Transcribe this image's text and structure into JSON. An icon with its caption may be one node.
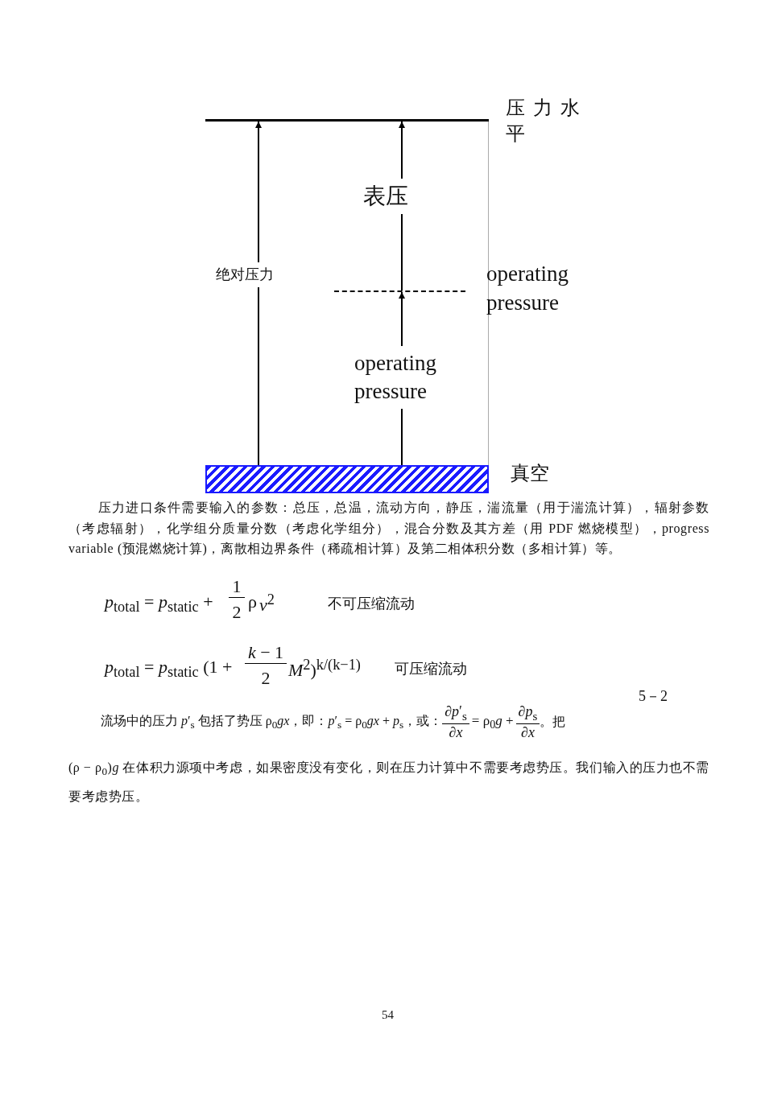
{
  "diagram": {
    "nodes": [
      {
        "text": [],
        "shape": "line",
        "beside": [
          "压力水平"
        ]
      },
      {
        "text": [],
        "shape": "bar",
        "beside": [
          "真空"
        ]
      },
      {
        "text": [],
        "shape": "line",
        "beside": [
          "operating pressure"
        ]
      }
    ],
    "edges": [
      {
        "from": 1,
        "to": 0,
        "arrow": "to",
        "label": "绝对压力"
      },
      {
        "from": 2,
        "to": 0,
        "arrow": "to",
        "label": "表压"
      },
      {
        "from": 1,
        "to": 2,
        "arrow": "to",
        "label": "operating pressure"
      }
    ],
    "labels": [
      "压力进口条件需要输入的参数：总压，总温，流动方向，静压，湍流量（用于湍流计算），辐射参数（考虑辐射），化学组分质量分数（考虑化学组分），混合分数及其方差（用 PDF 燃烧模型），progress variable (预混燃烧计算)，离散相边界条件（稀疏相计算）及第二相体积分数（多相计算）等。",
      "*p*$_{total}$ = *p*$_{static}$ +",
      "1",
      "2",
      "ρ",
      "*v*$^{2}$",
      "不可压缩流动",
      "*p*$_{total}$ = *p*$_{static}$ (1 +",
      "*k* − 1",
      "2",
      "*M*$^{2}$)$^{k/(k−1)}$",
      "可压缩流动",
      "5－2",
      "流场中的压力 *p*′$_{s}$ 包括了势压 ρ$_{0}$*gx*，即：*p*′$_{s}$ = ρ$_{0}$*gx* + *p*$_{s}$，或：",
      "∂*p*′$_{s}$",
      "∂*x*",
      "= ρ$_{0}$*g* +",
      "∂*p*$_{s}$",
      "∂*x*",
      "。把",
      "(ρ − ρ$_{0}$)*g* 在体积力源项中考虑，如果密度没有变化，则在压力计算中不需要考虑势压。我们输入的压力也不需要考虑势压。",
      "54"
    ]
  }
}
